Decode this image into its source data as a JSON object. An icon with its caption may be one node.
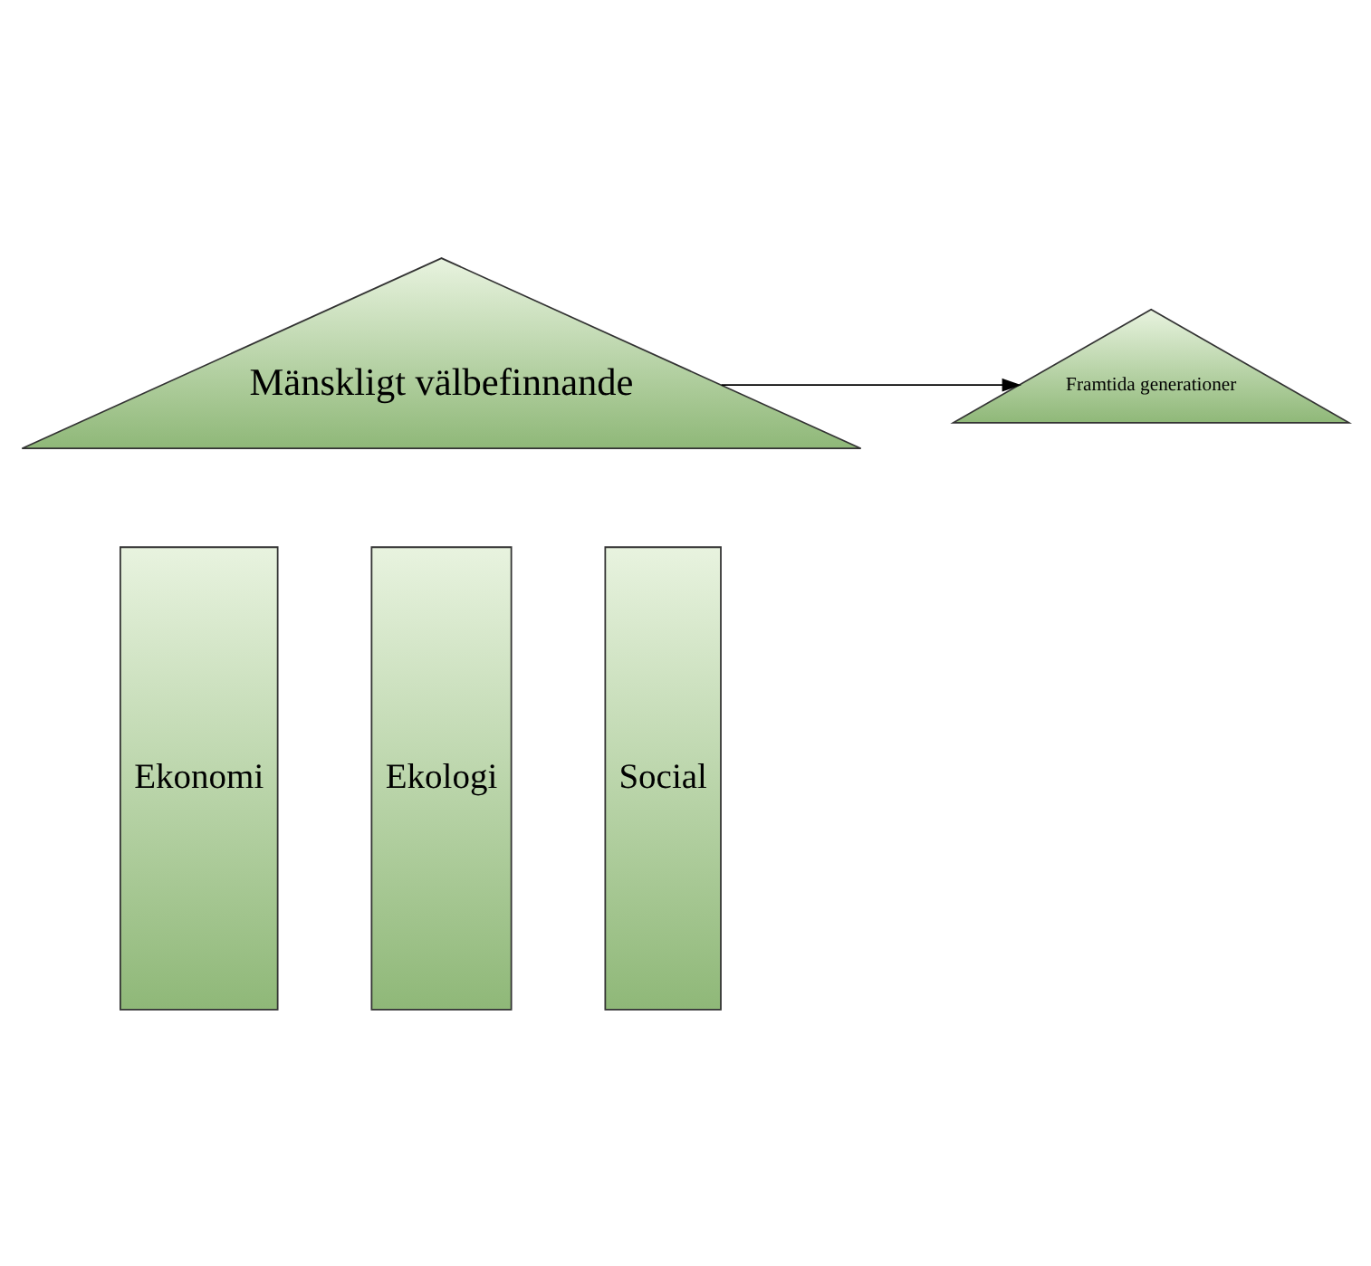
{
  "diagram": {
    "nodes": [
      {
        "text": [
          "Framtida generationer"
        ]
      },
      {
        "text": [
          "Mänskligt välbefinnande"
        ]
      },
      {
        "text": [
          "Ekonomi"
        ]
      },
      {
        "text": [
          "Ekologi"
        ]
      },
      {
        "text": [
          "Social"
        ]
      }
    ],
    "edges": [
      {
        "from": 1,
        "to": 0,
        "arrow": "to"
      }
    ]
  }
}
